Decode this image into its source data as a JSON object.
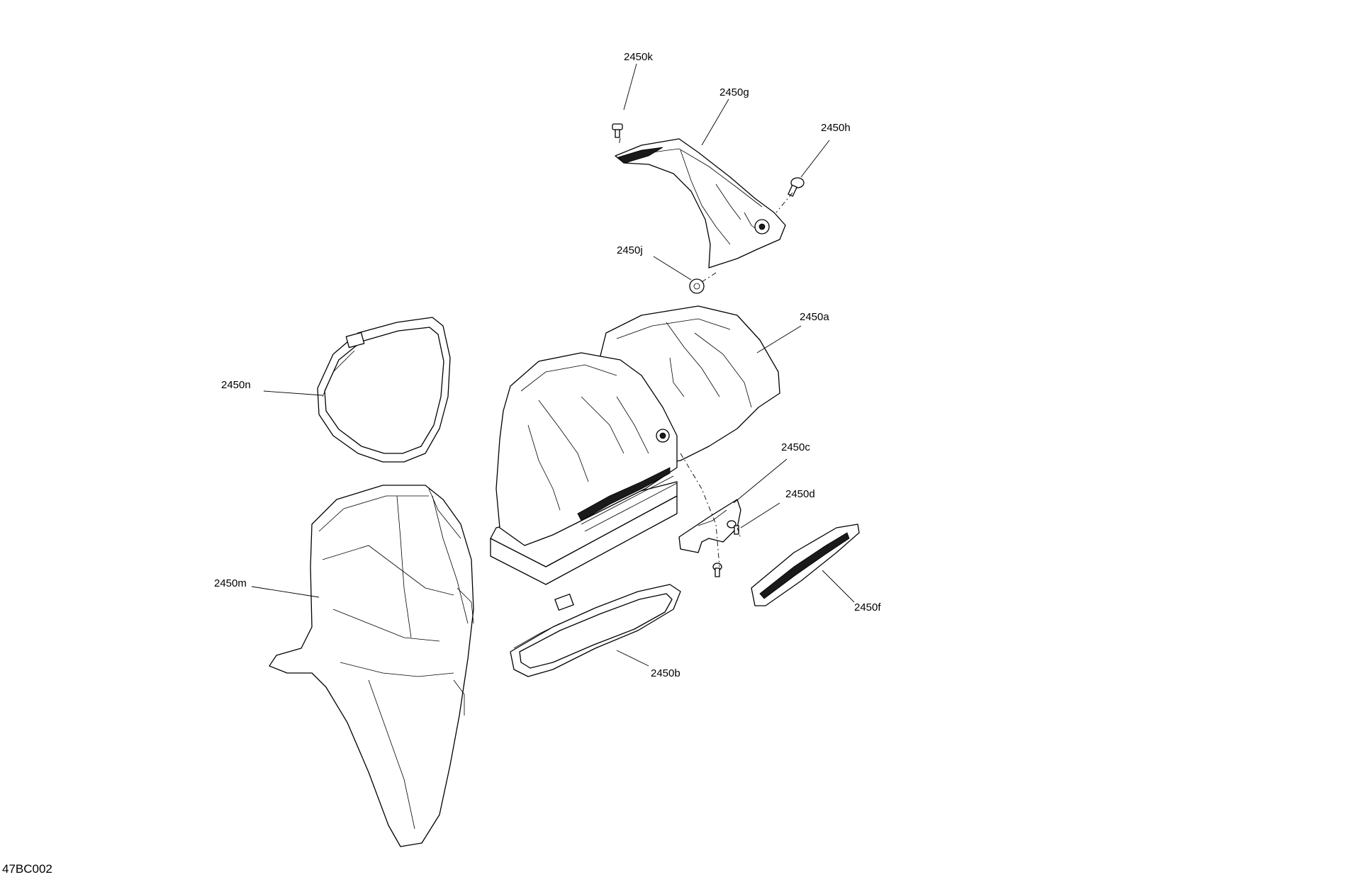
{
  "figure_id": "47BC002",
  "callouts": {
    "k": "2450k",
    "g": "2450g",
    "h": "2450h",
    "j": "2450j",
    "a": "2450a",
    "n": "2450n",
    "c": "2450c",
    "d": "2450d",
    "m": "2450m",
    "f": "2450f",
    "b": "2450b"
  },
  "colors": {
    "line": "#000000",
    "background": "#ffffff"
  }
}
